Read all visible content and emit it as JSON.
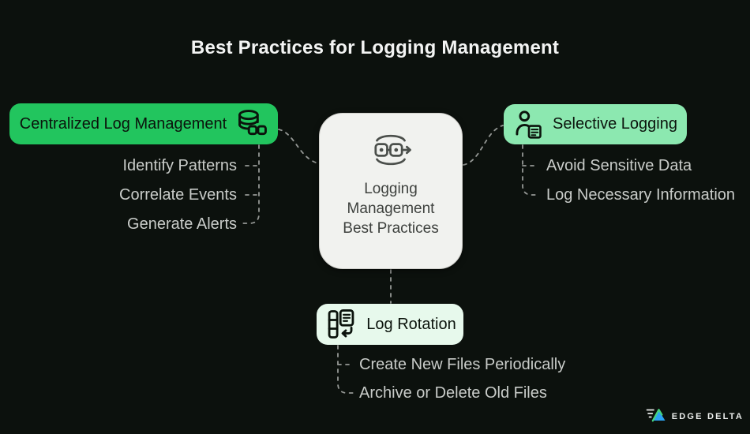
{
  "title": "Best Practices for Logging Management",
  "center": {
    "label": "Logging Management Best Practices",
    "icon": "pipeline-sync-icon"
  },
  "branches": [
    {
      "label": "Centralized Log Management",
      "icon": "database-icon",
      "color": "#22c55e",
      "items": [
        "Identify Patterns",
        "Correlate Events",
        "Generate Alerts"
      ]
    },
    {
      "label": "Selective Logging",
      "icon": "user-log-icon",
      "color": "#8ce8b0",
      "items": [
        "Avoid Sensitive Data",
        "Log Necessary Information"
      ]
    },
    {
      "label": "Log Rotation",
      "icon": "stack-doc-rotate-icon",
      "color": "#e7f9ec",
      "items": [
        "Create New Files Periodically",
        "Archive or Delete Old Files"
      ]
    }
  ],
  "logo": {
    "text": "EDGE DELTA"
  },
  "colors": {
    "background": "#0c110d",
    "title_text": "#f3f4f3",
    "node_fill": "#f1f2ef",
    "node_text": "#3e413e",
    "pill_text": "#0b130c",
    "subitem_text": "#c9ccc9",
    "connector": "#959895",
    "logo_green": "#46d37e",
    "logo_blue": "#2ba3f2"
  }
}
